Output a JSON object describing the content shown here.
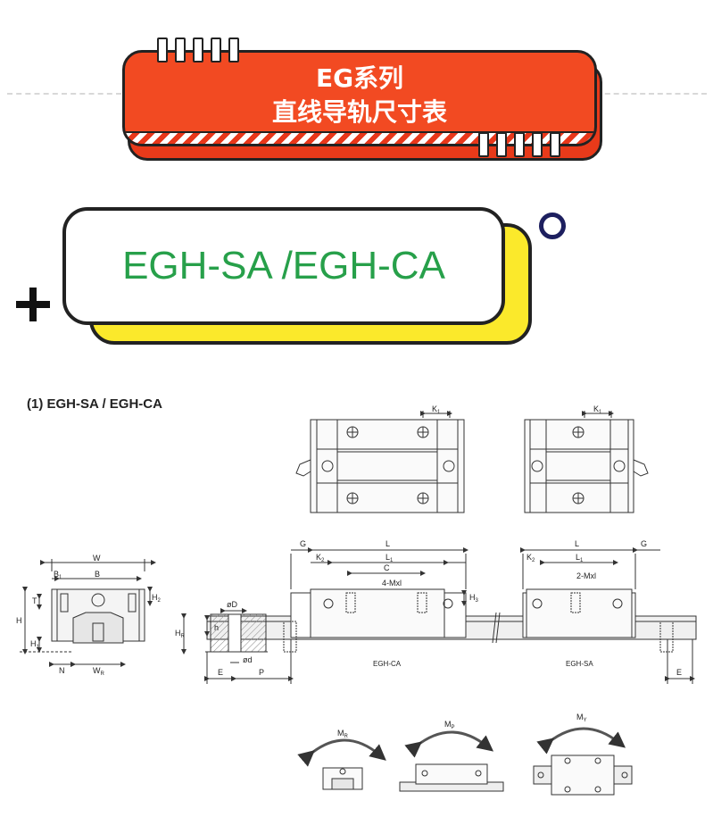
{
  "header": {
    "line1": "EG系列",
    "line2": "直线导轨尺寸表"
  },
  "badge": {
    "title": "EGH-SA /EGH-CA"
  },
  "section": {
    "title": "(1) EGH-SA / EGH-CA"
  },
  "labels": {
    "K1": "K",
    "K1_sub": "1",
    "W": "W",
    "B1": "B",
    "B1_sub": "1",
    "B": "B",
    "T": "T",
    "H2": "H",
    "H2_sub": "2",
    "H": "H",
    "H1": "H",
    "H1_sub": "1",
    "N": "N",
    "WR": "W",
    "WR_sub": "R",
    "G": "G",
    "L": "L",
    "K2": "K",
    "K2_sub": "2",
    "L1": "L",
    "L1_sub": "1",
    "C": "C",
    "M4": "4-Mxl",
    "M2": "2-Mxl",
    "H3": "H",
    "H3_sub": "3",
    "phiD": "øD",
    "h": "h",
    "HR": "H",
    "HR_sub": "R",
    "phid": "ød",
    "E": "E",
    "P": "P",
    "egh_ca": "EGH-CA",
    "egh_sa": "EGH-SA",
    "MR": "M",
    "MR_sub": "R",
    "MP": "M",
    "MP_sub": "P",
    "MY": "M",
    "MY_sub": "Y"
  },
  "colors": {
    "header_red": "#f24a22",
    "badge_yellow": "#fbe92b",
    "title_green": "#27a04a",
    "ring_navy": "#1d1f5f"
  }
}
